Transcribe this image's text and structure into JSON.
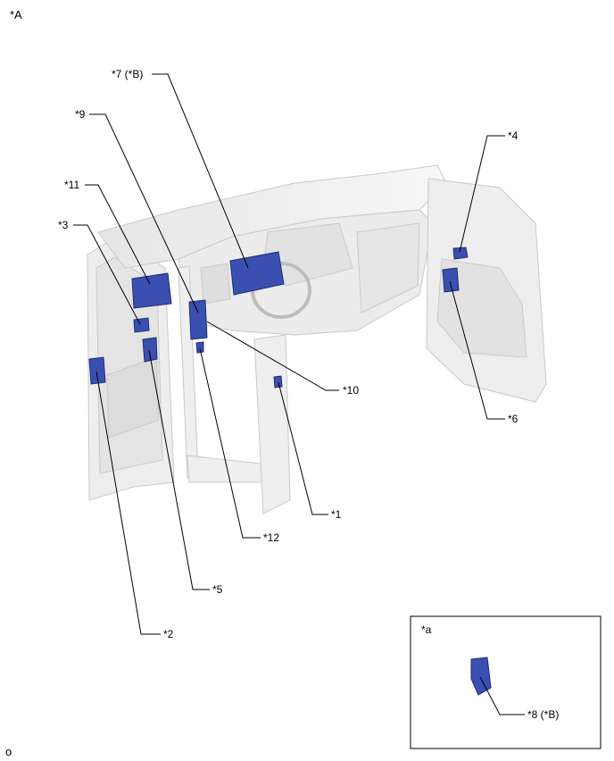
{
  "view_label": "*A",
  "footer_mark": "o",
  "inset": {
    "label": "*a",
    "component_label": "*8 (*B)"
  },
  "callouts": {
    "c1": "*1",
    "c2": "*2",
    "c3": "*3",
    "c4": "*4",
    "c5": "*5",
    "c6": "*6",
    "c7": "*7 (*B)",
    "c9": "*9",
    "c10": "*10",
    "c11": "*11",
    "c12": "*12"
  },
  "colors": {
    "highlight": "#3347a8",
    "highlight_dark": "#1f2d7a",
    "body_light": "#efefef",
    "body_line": "#c8c8c8",
    "leader": "#000000"
  }
}
